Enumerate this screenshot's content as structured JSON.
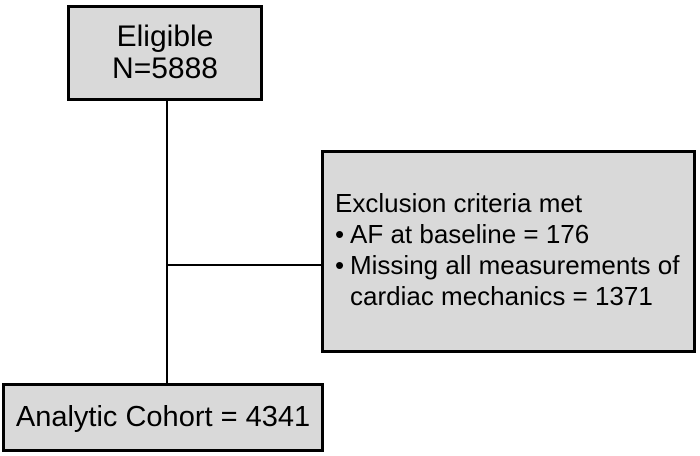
{
  "colors": {
    "background": "#ffffff",
    "box_fill": "#d9d9d9",
    "box_border": "#000000",
    "line_color": "#000000",
    "text": "#000000"
  },
  "flowchart": {
    "eligible_box": {
      "line1": "Eligible",
      "line2": "N=5888"
    },
    "exclusion_box": {
      "title": "Exclusion criteria met",
      "bullets": [
        "AF at baseline = 176",
        "Missing all measurements of cardiac mechanics = 1371"
      ]
    },
    "analytic_box": {
      "label": "Analytic Cohort = 4341"
    }
  }
}
